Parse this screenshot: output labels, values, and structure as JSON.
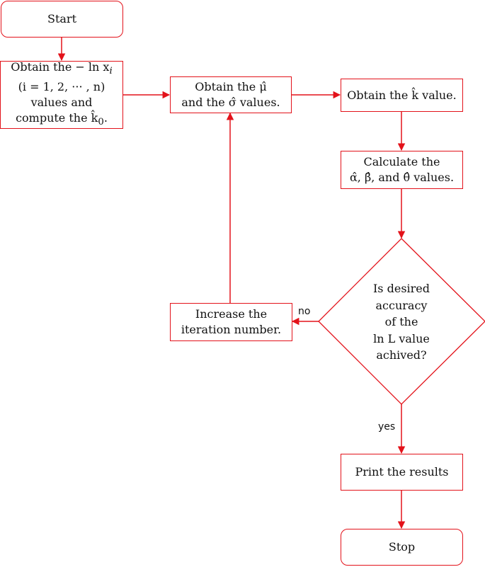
{
  "nodes": {
    "start": {
      "label": "Start"
    },
    "obtain_ln": {
      "lines": [
        "Obtain the − ln x",
        "(i = 1, 2, ··· , n)",
        "values and",
        "compute the k̂",
        "."
      ]
    },
    "obtain_mu_sigma": {
      "lines": [
        "Obtain the μ̂",
        "and the σ̂ values."
      ]
    },
    "obtain_k": {
      "label": "Obtain the k̂ value."
    },
    "calculate": {
      "lines": [
        "Calculate the",
        "α̂, β̂, and θ̂ values."
      ]
    },
    "decision": {
      "lines": [
        "Is desired",
        "accuracy",
        "of the",
        "ln L value",
        "achived?"
      ]
    },
    "increase": {
      "lines": [
        "Increase the",
        "iteration number."
      ]
    },
    "print": {
      "label": "Print the results"
    },
    "stop": {
      "label": "Stop"
    }
  },
  "edges": {
    "no_label": "no",
    "yes_label": "yes"
  },
  "colors": {
    "stroke": "#e3121a",
    "text": "#111111"
  }
}
